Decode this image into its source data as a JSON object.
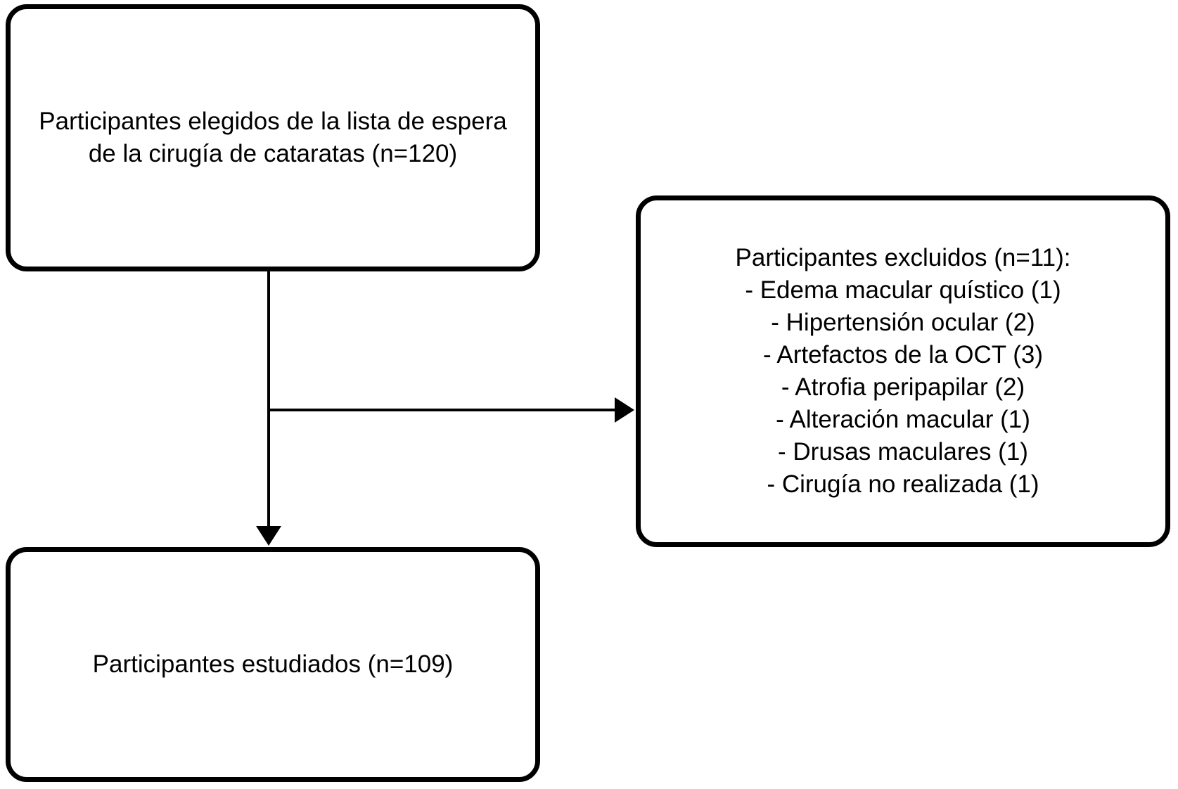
{
  "diagram": {
    "type": "study-flowchart",
    "colors": {
      "ink": "#000000",
      "background": "#ffffff"
    },
    "boxes": {
      "eligible": {
        "line1": "Participantes elegidos de la lista de espera",
        "line2": "de la cirugía de cataratas (n=120)"
      },
      "excluded": {
        "title": "Participantes excluidos (n=11):",
        "items": [
          "- Edema macular quístico (1)",
          "- Hipertensión ocular (2)",
          "- Artefactos de la OCT (3)",
          "- Atrofia peripapilar (2)",
          "- Alteración macular (1)",
          "- Drusas maculares (1)",
          "- Cirugía no realizada (1)"
        ]
      },
      "studied": {
        "label": "Participantes estudiados (n=109)"
      }
    },
    "arrows": [
      {
        "from": "eligible",
        "to": "studied",
        "direction": "down"
      },
      {
        "from": "eligible",
        "to": "excluded",
        "direction": "right"
      }
    ]
  }
}
